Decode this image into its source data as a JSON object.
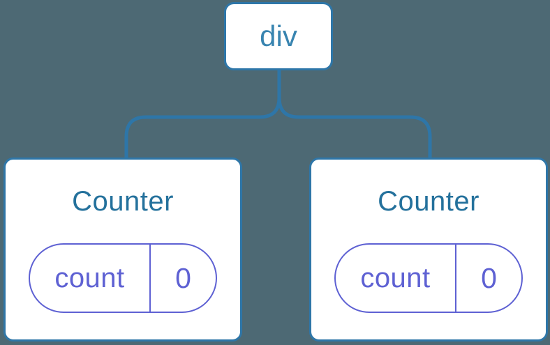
{
  "diagram": {
    "description": "React component tree diagram: a div root with two Counter children, each holding count state",
    "root": {
      "label": "div"
    },
    "children": [
      {
        "name": "Counter",
        "state_key": "count",
        "state_value": "0"
      },
      {
        "name": "Counter",
        "state_key": "count",
        "state_value": "0"
      }
    ]
  },
  "colors": {
    "background": "#4D6974",
    "connector_blue": "#2E76A8",
    "node_text_blue": "#3884B0",
    "component_title_blue": "#24719C",
    "state_purple": "#5E61D3",
    "card_bg": "#FFFFFF"
  }
}
